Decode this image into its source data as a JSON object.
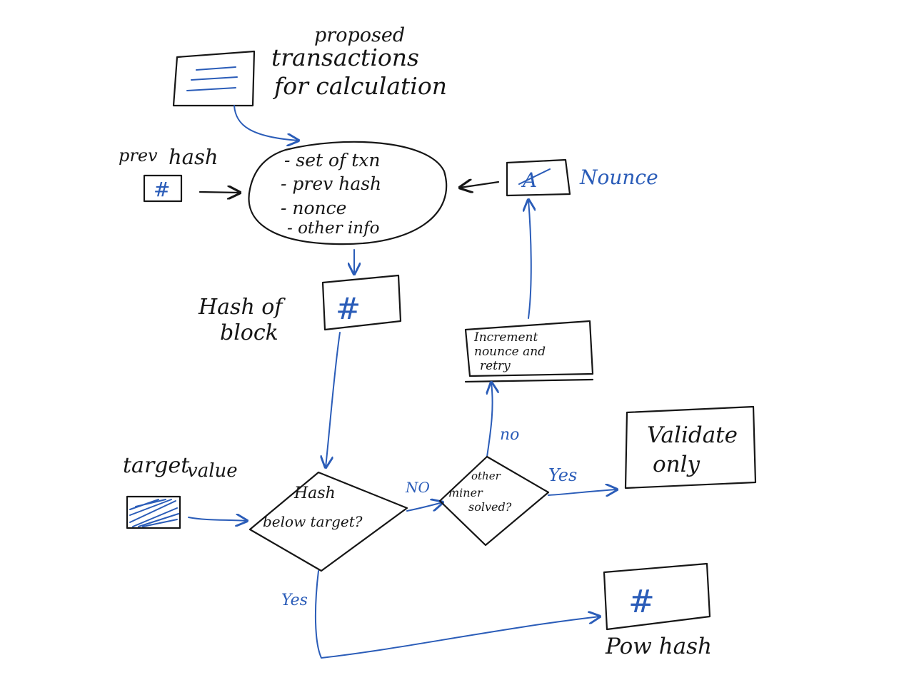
{
  "colors": {
    "ink": "#161616",
    "accent": "#2a5cb8"
  },
  "labels": {
    "proposed_line1": "proposed",
    "proposed_line2": "transactions",
    "proposed_line3": "for calculation",
    "prev_hash_line1": "prev",
    "prev_hash_line2": "hash",
    "block_item1": "- set of txn",
    "block_item2": "- prev hash",
    "block_item3": "- nonce",
    "block_item4": "- other info",
    "nounce": "Nounce",
    "hash_of_block_line1": "Hash of",
    "hash_of_block_line2": "block",
    "increment_line1": "Increment",
    "increment_line2": "nounce and",
    "increment_line3": "retry",
    "no_upper": "no",
    "validate_line1": "Validate",
    "validate_line2": "only",
    "target_line1": "target",
    "target_line2": "value",
    "diamond1_line1": "Hash",
    "diamond1_line2": "below target?",
    "no_mid": "NO",
    "diamond2_line1": "other",
    "diamond2_line2": "miner",
    "diamond2_line3": "solved?",
    "yes_right": "Yes",
    "yes_bottom": "Yes",
    "pow_hash": "Pow hash"
  },
  "icons": {
    "hash_symbol": "#",
    "nonce_symbol": "A",
    "list_icon": "transaction-list-icon",
    "scribble_icon": "target-scribble-icon"
  }
}
